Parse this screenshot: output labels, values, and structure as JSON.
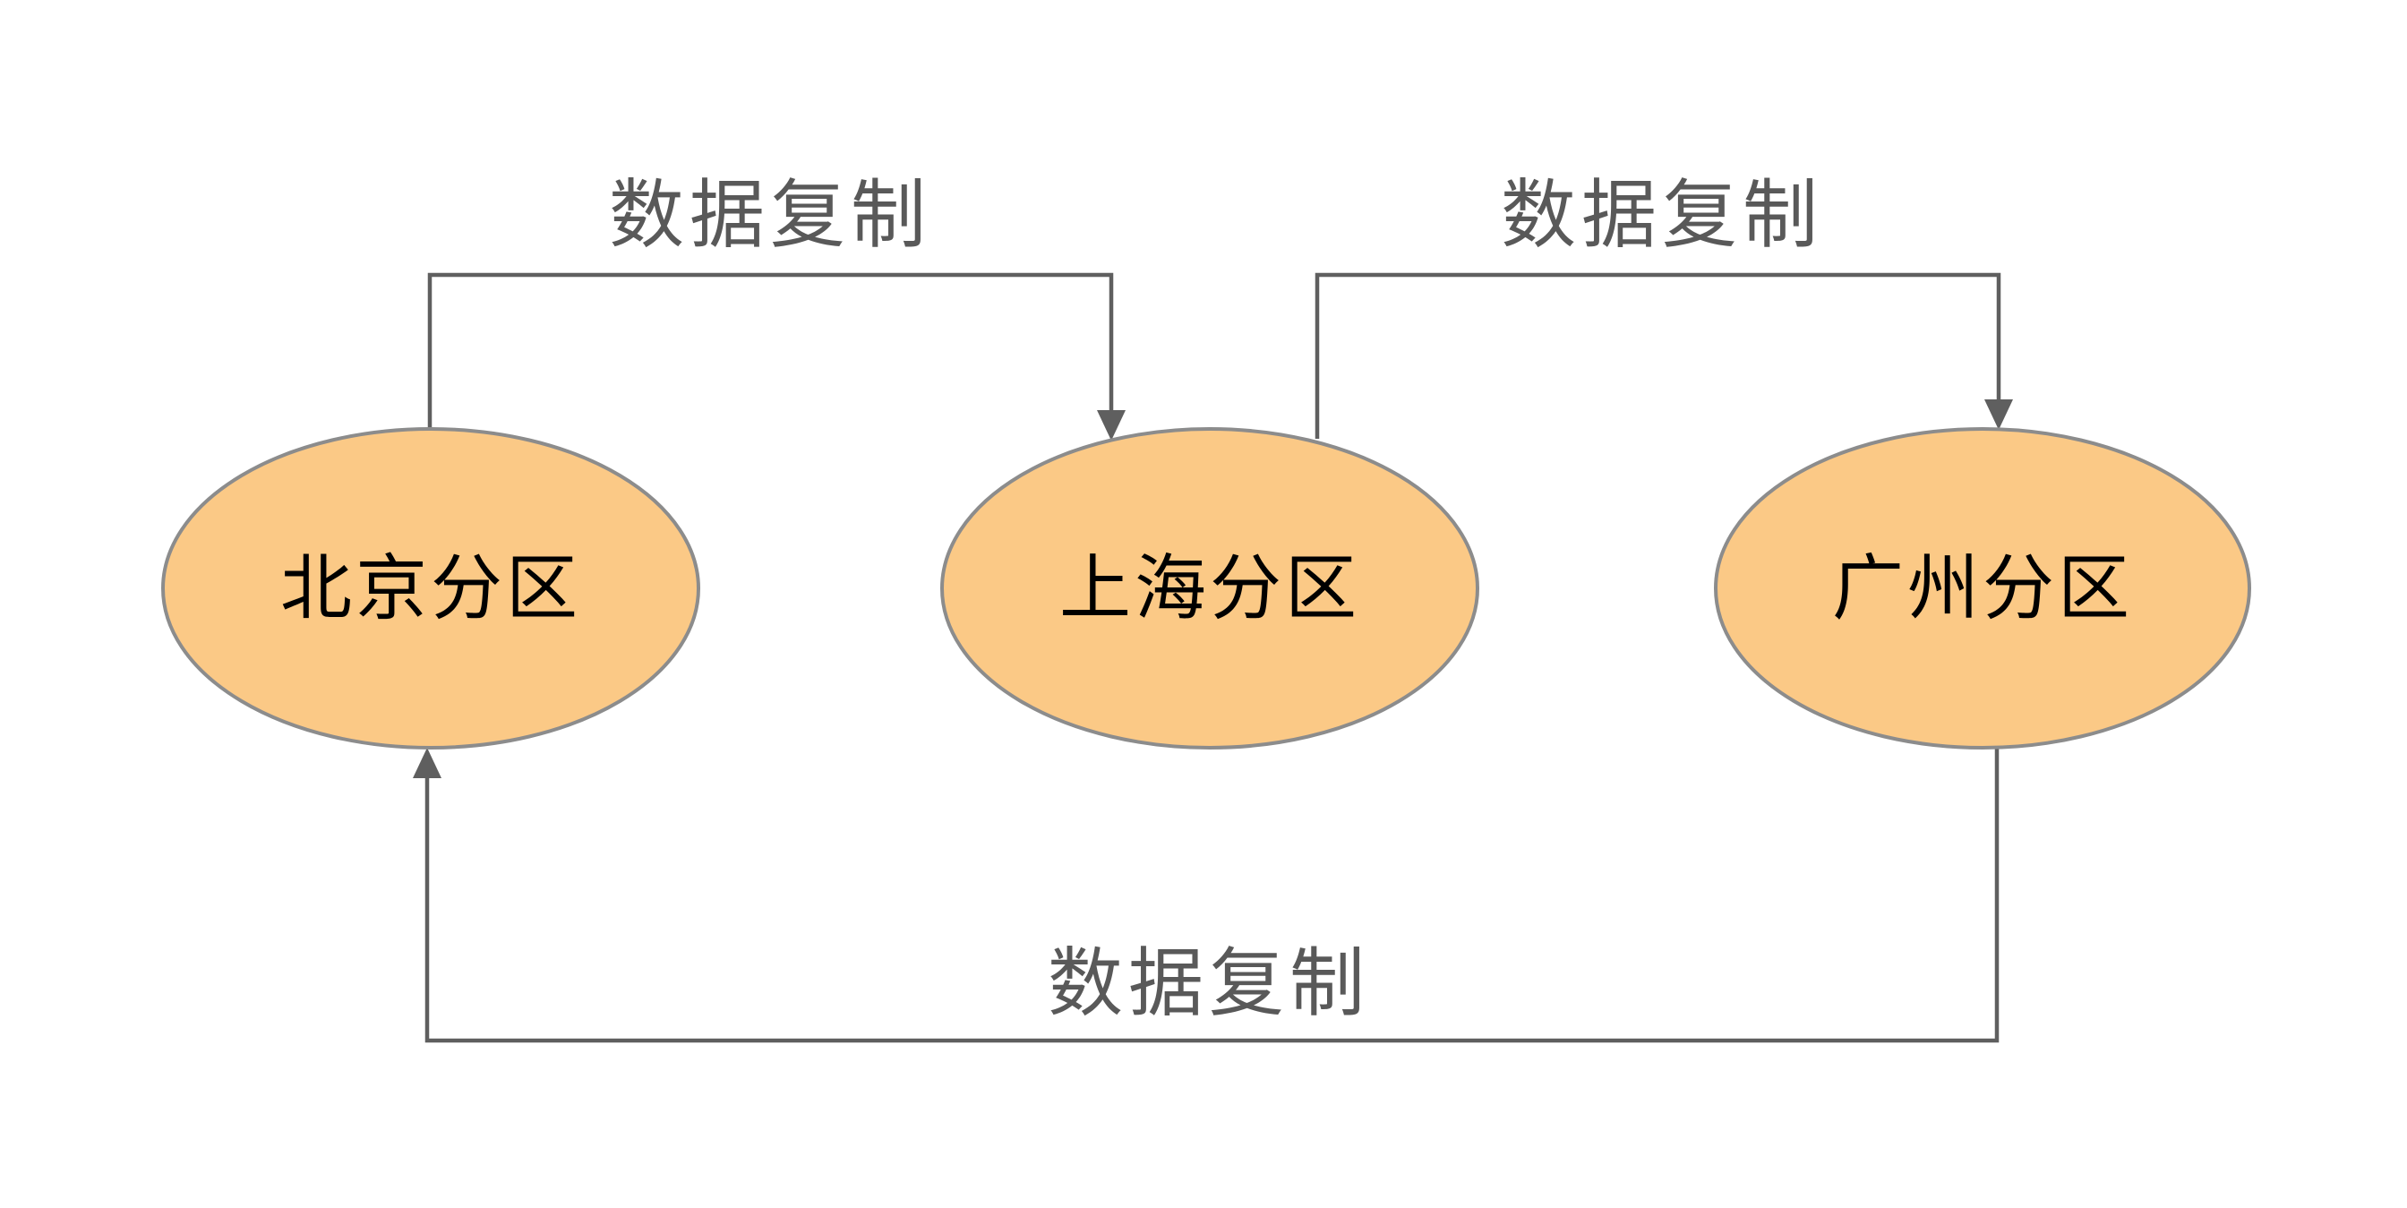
{
  "diagram": {
    "title": "",
    "nodes": [
      {
        "id": "beijing",
        "label": "北京分区"
      },
      {
        "id": "shanghai",
        "label": "上海分区"
      },
      {
        "id": "guangzhou",
        "label": "广州分区"
      }
    ],
    "edges": [
      {
        "from": "beijing",
        "to": "shanghai",
        "label": "数据复制"
      },
      {
        "from": "shanghai",
        "to": "guangzhou",
        "label": "数据复制"
      },
      {
        "from": "guangzhou",
        "to": "beijing",
        "label": "数据复制"
      }
    ],
    "colors": {
      "background": "#ffffff",
      "node_fill": "#FBC986",
      "node_stroke": "#8C8C8C",
      "node_label": "#000000",
      "edge_stroke": "#5F5F5F",
      "edge_label": "#595959"
    }
  }
}
